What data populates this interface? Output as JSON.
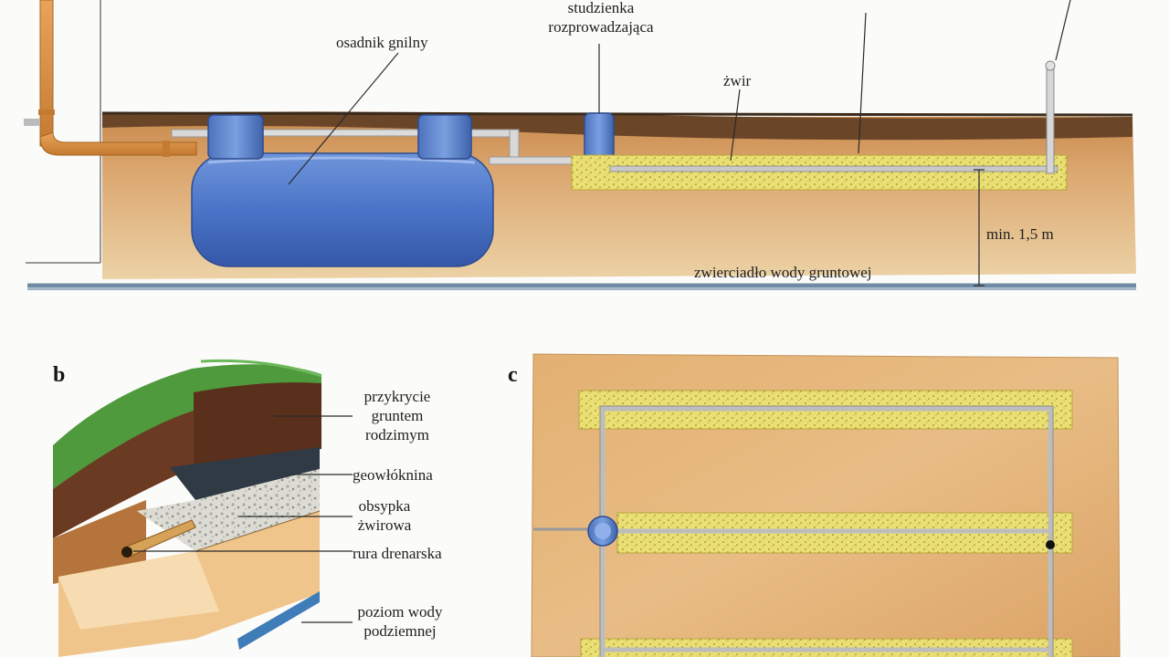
{
  "labels": {
    "septic_tank": "osadnik gnilny",
    "distribution_well_line1": "studzienka",
    "distribution_well_line2": "rozprowadzająca",
    "gravel": "żwir",
    "min_depth": "min. 1,5 m",
    "groundwater_table": "zwierciadło wody gruntowej",
    "cover_line1": "przykrycie",
    "cover_line2": "gruntem",
    "cover_line3": "rodzimym",
    "geotextile": "geowłóknina",
    "gravel_bed_line1": "obsypka",
    "gravel_bed_line2": "żwirowa",
    "drain_pipe": "rura drenarska",
    "groundwater_level_line1": "poziom wody",
    "groundwater_level_line2": "podziemnej"
  },
  "panels": {
    "b": "b",
    "c": "c"
  },
  "colors": {
    "soil": "#d8a667",
    "topsoil": "#5a3a22",
    "grass": "#4e9a3c",
    "tank_blue": "#4a74c8",
    "pipe_orange": "#d98c3e",
    "gravel_yellow": "#e8dc6a",
    "water_line": "#6f8ba6",
    "geotextile": "#2f3a44"
  }
}
